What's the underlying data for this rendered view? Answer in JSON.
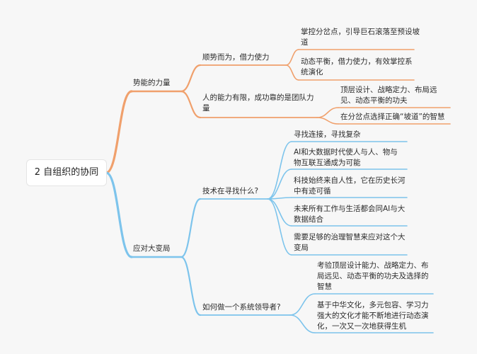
{
  "colors": {
    "orange": "#f0a06c",
    "blue": "#7dc4ec"
  },
  "root": {
    "label": "2 自组织的协同"
  },
  "nodes": {
    "b1": "势能的力量",
    "b1_1": "顺势而为，借力使力",
    "b1_1_1": "掌控分岔点，引导巨石滚落至预设坡道",
    "b1_1_2": "动态平衡，借力使力，有效掌控系统演化",
    "b1_2": "人的能力有限，成功靠的是团队力量",
    "b1_2_1": "顶层设计、战略定力、布局远见、动态平衡的功夫",
    "b1_2_2": "在分岔点选择正确“坡道”的智慧",
    "b2": "应对大变局",
    "b2_1": "技术在寻找什么?",
    "b2_1_1": "寻找连接，寻找复杂",
    "b2_1_2": "AI和大数据时代使人与人、物与物互联互通成为可能",
    "b2_1_3": "科技始终来自人性，它在历史长河中有迹可循",
    "b2_1_4": "未来所有工作与生活都会同AI与大数据结合",
    "b2_1_5": "需要足够的治理智慧来应对这个大变局",
    "b2_2": "如何做一个系统领导者?",
    "b2_2_1": "考验顶层设计能力、战略定力、布局远见、动态平衡的功夫及选择的智慧",
    "b2_2_2": "基于中华文化，多元包容、学习力强大的文化才能不断地进行动态演化，一次又一次地获得生机"
  }
}
